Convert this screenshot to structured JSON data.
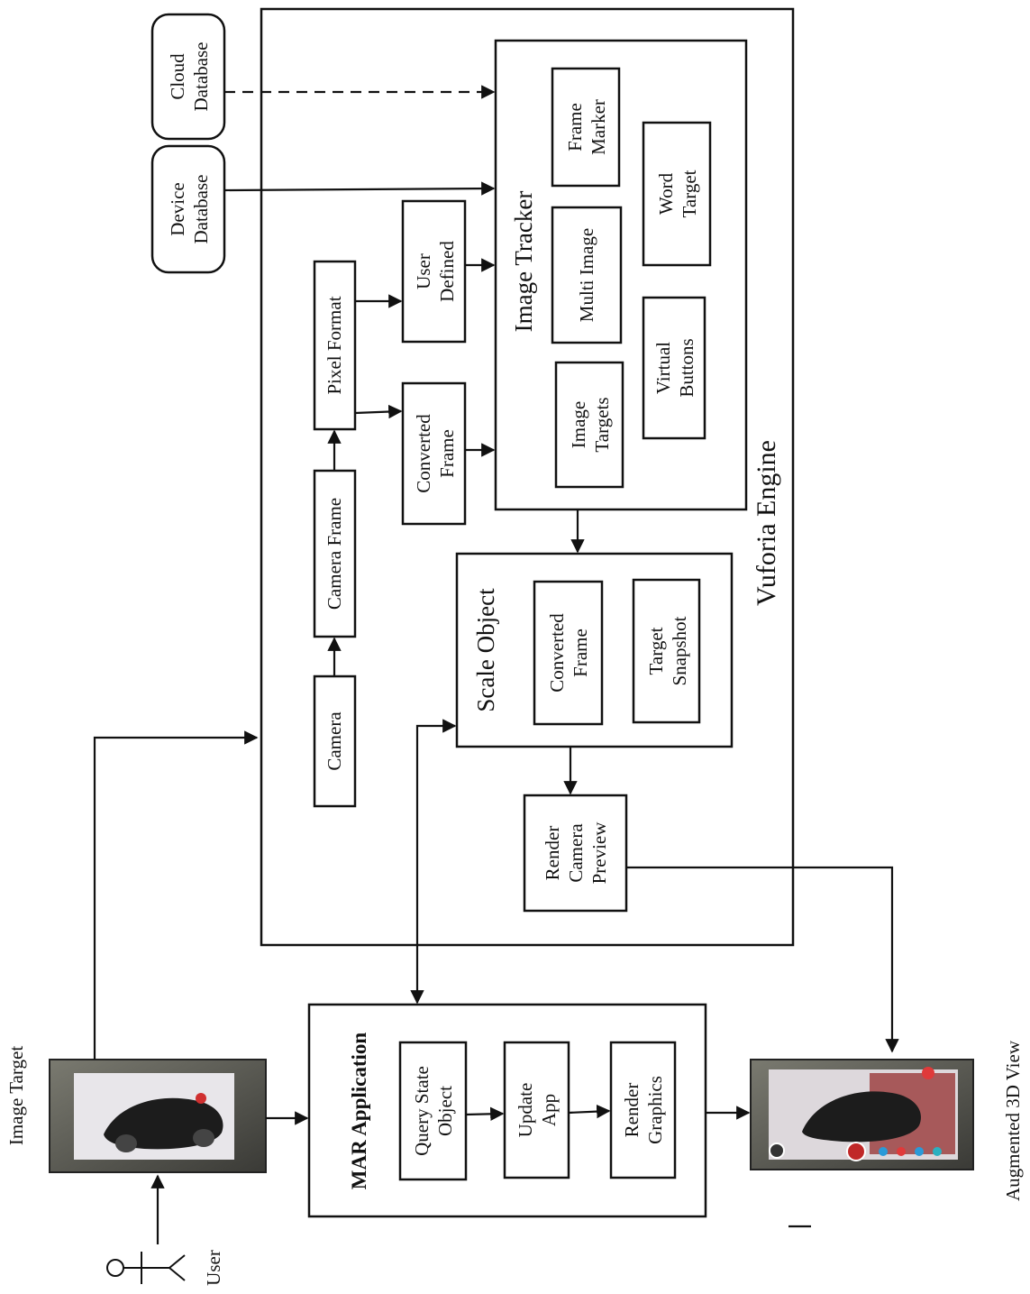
{
  "diagram": {
    "engine_label": "Vuforia Engine",
    "image_tracker": {
      "title": "Image Tracker",
      "items": [
        "Frame Marker",
        "Multi Image",
        "Image Targets",
        "Word Target",
        "Virtual Buttons"
      ]
    },
    "scale_object": {
      "title": "Scale Object",
      "items": [
        "Converted Frame",
        "Target Snapshot"
      ]
    },
    "nodes": {
      "cloud_database": "Cloud Database",
      "device_database": "Device Database",
      "pixel_format": "Pixel Format",
      "camera_frame": "Camera Frame",
      "camera": "Camera",
      "user_defined": "User Defined",
      "converted_frame": "Converted Frame",
      "render_camera_preview": "Render Camera Preview"
    },
    "mar_application": {
      "title": "MAR Application",
      "steps": [
        "Query State Object",
        "Update App",
        "Render Graphics"
      ]
    },
    "side_labels": {
      "image_target": "Image Target",
      "user": "User",
      "augmented_view": "Augmented 3D View"
    }
  }
}
